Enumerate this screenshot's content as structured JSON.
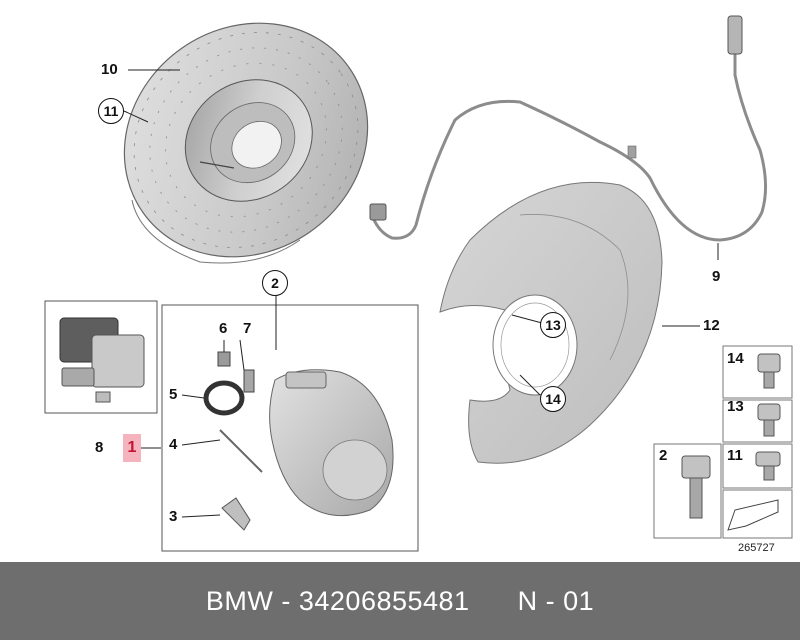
{
  "callouts": {
    "c1": "1",
    "c2": "2",
    "c3": "3",
    "c4": "4",
    "c5": "5",
    "c6": "6",
    "c7": "7",
    "c8": "8",
    "c9": "9",
    "c10": "10",
    "c11": "11",
    "c12": "12",
    "c13": "13",
    "c14": "14"
  },
  "legend": {
    "l14": "14",
    "l13": "13",
    "l11": "11",
    "l2": "2"
  },
  "reference_number": "265727",
  "footer": {
    "brand": "BMW",
    "sep1": " - ",
    "part_number": "34206855481",
    "gap": "      ",
    "suffix": "N - 01"
  },
  "colors": {
    "highlight_bg": "#f4b3bd",
    "highlight_text": "#c41230",
    "footer_bg": "#6e6e6e"
  }
}
